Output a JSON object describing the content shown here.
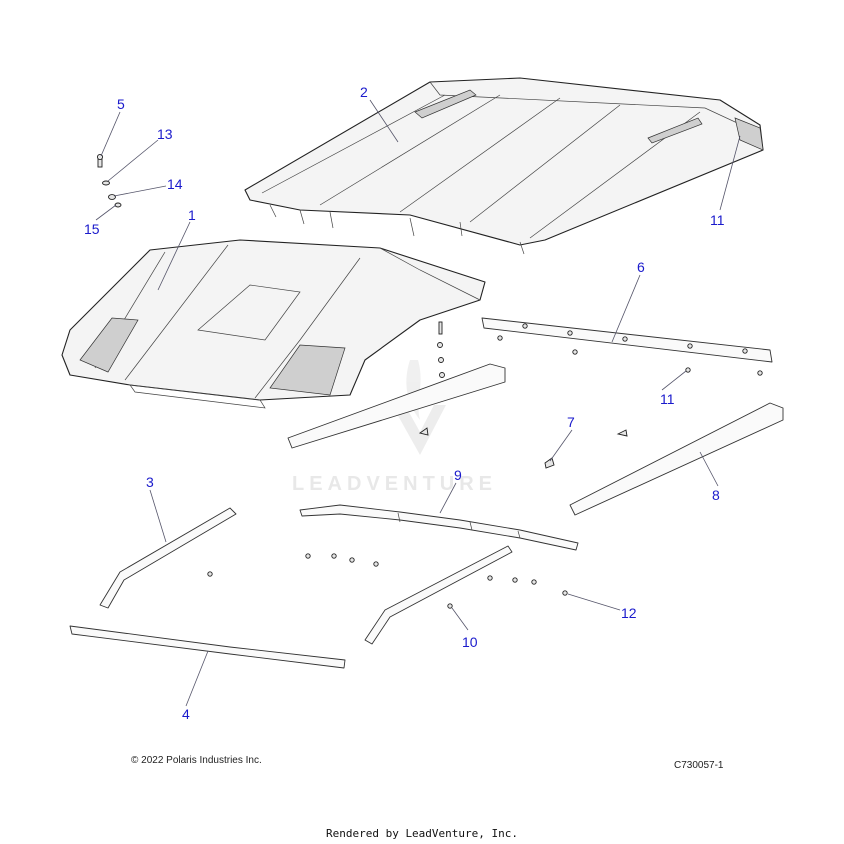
{
  "callouts": {
    "c1": "1",
    "c2": "2",
    "c3": "3",
    "c4": "4",
    "c5": "5",
    "c6": "6",
    "c7": "7",
    "c8": "8",
    "c9": "9",
    "c10": "10",
    "c11a": "11",
    "c11b": "11",
    "c12": "12",
    "c13": "13",
    "c14": "14",
    "c15": "15"
  },
  "watermark": "LEADVENTURE",
  "footer": {
    "copyright": "© 2022 Polaris Industries Inc.",
    "figure_id": "C730057-1",
    "rendered_by": "Rendered by LeadVenture, Inc."
  },
  "colors": {
    "callout": "#1a1acc",
    "line_art": "#222222",
    "watermark": "#e6e6e6"
  }
}
